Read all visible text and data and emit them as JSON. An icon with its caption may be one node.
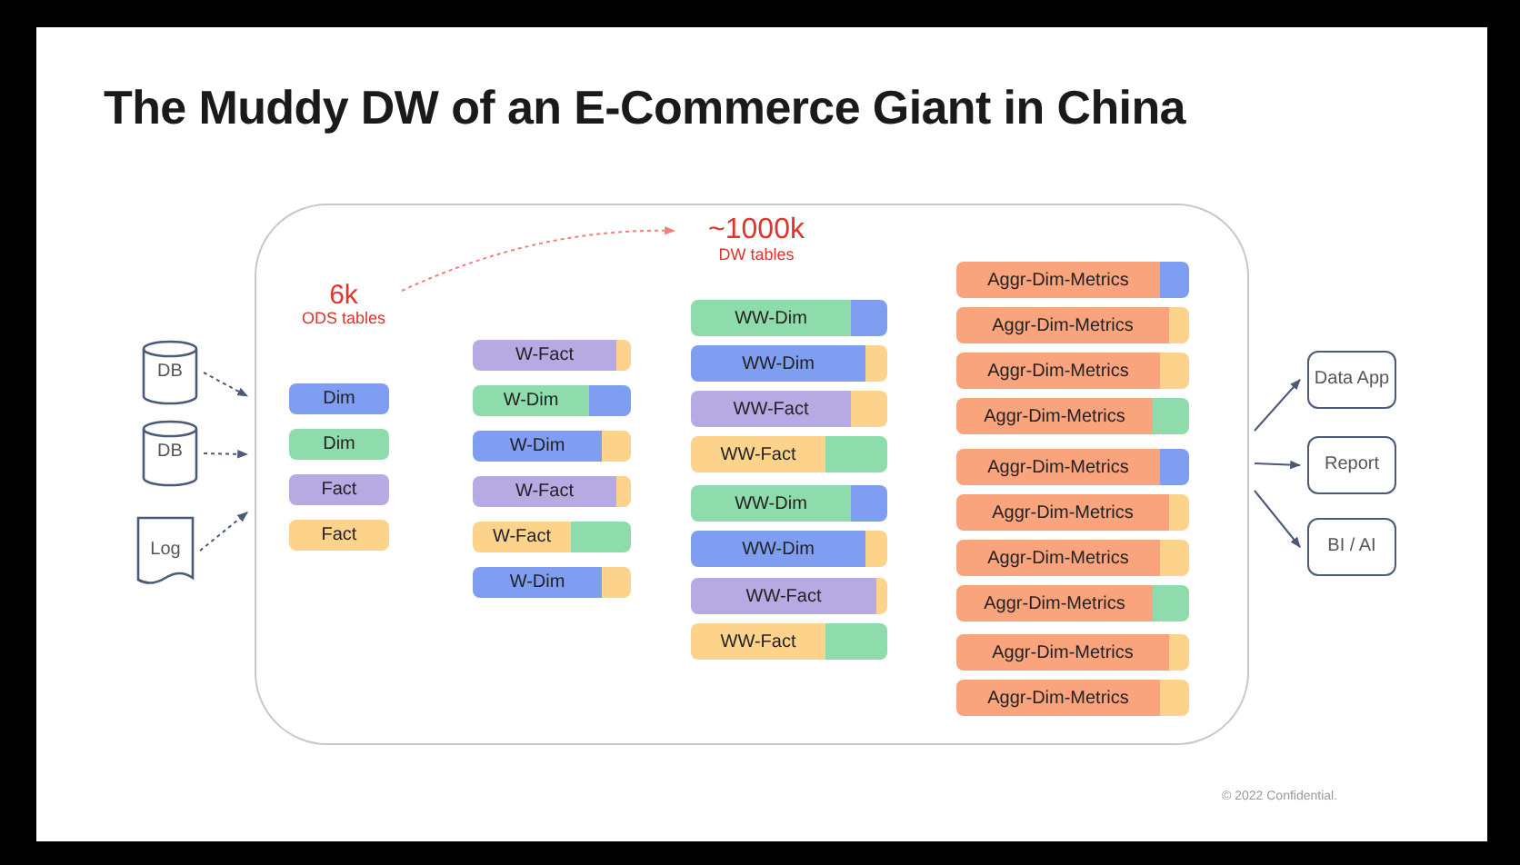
{
  "diagram": {
    "title": "The Muddy DW of an E-Commerce Giant in China",
    "nodes": [
      {
        "text": [],
        "shape": "box"
      },
      {
        "text": [
          "DB"
        ]
      },
      {
        "text": [
          "DB"
        ]
      },
      {
        "text": [
          "Log"
        ]
      },
      {
        "text": [
          "6k",
          "ODS tables"
        ],
        "in": 0
      },
      {
        "text": [
          "~1000k",
          "DW tables"
        ],
        "in": 0
      },
      {
        "text": [
          "Dim"
        ],
        "in": 0
      },
      {
        "text": [
          "Dim"
        ],
        "in": 0
      },
      {
        "text": [
          "Fact"
        ],
        "in": 0
      },
      {
        "text": [
          "Fact"
        ],
        "in": 0
      },
      {
        "text": [
          "W-Fact"
        ],
        "in": 0
      },
      {
        "text": [
          "W-Dim"
        ],
        "in": 0
      },
      {
        "text": [
          "W-Dim"
        ],
        "in": 0
      },
      {
        "text": [
          "W-Fact"
        ],
        "in": 0
      },
      {
        "text": [
          "W-Fact"
        ],
        "in": 0
      },
      {
        "text": [
          "W-Dim"
        ],
        "in": 0
      },
      {
        "text": [
          "WW-Dim"
        ],
        "in": 0
      },
      {
        "text": [
          "WW-Dim"
        ],
        "in": 0
      },
      {
        "text": [
          "WW-Fact"
        ],
        "in": 0
      },
      {
        "text": [
          "WW-Fact"
        ],
        "in": 0
      },
      {
        "text": [
          "WW-Dim"
        ],
        "in": 0
      },
      {
        "text": [
          "WW-Dim"
        ],
        "in": 0
      },
      {
        "text": [
          "WW-Fact"
        ],
        "in": 0
      },
      {
        "text": [
          "WW-Fact"
        ],
        "in": 0
      },
      {
        "text": [
          "Aggr-Dim-Metrics"
        ],
        "in": 0
      },
      {
        "text": [
          "Aggr-Dim-Metrics"
        ],
        "in": 0
      },
      {
        "text": [
          "Aggr-Dim-Metrics"
        ],
        "in": 0
      },
      {
        "text": [
          "Aggr-Dim-Metrics"
        ],
        "in": 0
      },
      {
        "text": [
          "Aggr-Dim-Metrics"
        ],
        "in": 0
      },
      {
        "text": [
          "Aggr-Dim-Metrics"
        ],
        "in": 0
      },
      {
        "text": [
          "Aggr-Dim-Metrics"
        ],
        "in": 0
      },
      {
        "text": [
          "Aggr-Dim-Metrics"
        ],
        "in": 0
      },
      {
        "text": [
          "Aggr-Dim-Metrics"
        ],
        "in": 0
      },
      {
        "text": [
          "Aggr-Dim-Metrics"
        ],
        "in": 0
      },
      {
        "text": [
          "Data App"
        ]
      },
      {
        "text": [
          "Report"
        ]
      },
      {
        "text": [
          "BI / AI"
        ]
      }
    ],
    "edges": [
      {
        "from": 1,
        "to": 0,
        "arrow": "to",
        "style": "dashed"
      },
      {
        "from": 2,
        "to": 0,
        "arrow": "to",
        "style": "dashed"
      },
      {
        "from": 3,
        "to": 0,
        "arrow": "to",
        "style": "dashed"
      },
      {
        "from": 4,
        "to": 5,
        "arrow": "to",
        "style": "dashed",
        "color": "#f08080"
      },
      {
        "from": 0,
        "to": 34,
        "arrow": "to"
      },
      {
        "from": 0,
        "to": 35,
        "arrow": "to"
      },
      {
        "from": 0,
        "to": 36,
        "arrow": "to"
      }
    ],
    "labels": [
      "© 2022 Confidential."
    ]
  }
}
